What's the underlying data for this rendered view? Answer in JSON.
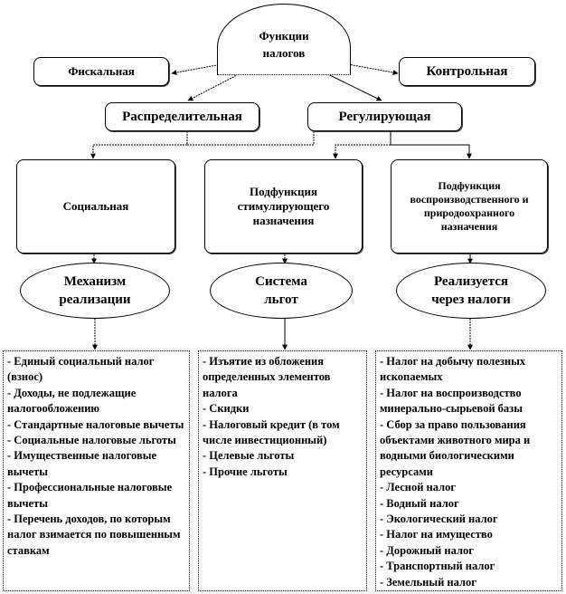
{
  "root": {
    "line1": "Функции",
    "line2": "налогов"
  },
  "level1": {
    "fiscal": "Фискальная",
    "control": "Контрольная"
  },
  "level2": {
    "distributive": "Распределительная",
    "regulating": "Регулирующая"
  },
  "subfunctions": [
    {
      "label": "Социальная"
    },
    {
      "label": "Подфункция стимулирующего назначения"
    },
    {
      "label": "Подфункция воспроизводственного и природоохранного назначения"
    }
  ],
  "mechanisms": [
    {
      "line1": "Механизм",
      "line2": "реализации"
    },
    {
      "line1": "Система",
      "line2": "льгот"
    },
    {
      "line1": "Реализуется",
      "line2": "через налоги"
    }
  ],
  "lists": [
    {
      "items": [
        "- Единый социальный налог (взнос)",
        "- Доходы, не подлежащие налогообложению",
        "- Стандартные налоговые вычеты",
        "- Социальные налоговые льготы",
        "- Имущественные налоговые вычеты",
        "- Профессиональные налоговые вычеты",
        "- Перечень доходов, по которым налог взимается по повышенным ставкам"
      ]
    },
    {
      "items": [
        "- Изъятие из обложения определенных элементов налога",
        "- Скидки",
        "- Налоговый кредит (в том числе инвестиционный)",
        "- Целевые льготы",
        "- Прочие льготы"
      ]
    },
    {
      "items": [
        "- Налог на добычу полезных ископаемых",
        "- Налог на воспроизводство минерально-сырьевой базы",
        "- Сбор за право пользования объектами животного мира и водными биологическими ресурсами",
        "- Лесной налог",
        "- Водный налог",
        "- Экологический налог",
        "- Налог на имущество",
        "- Дорожный налог",
        "- Транспортный налог",
        "- Земельный налог"
      ]
    }
  ]
}
